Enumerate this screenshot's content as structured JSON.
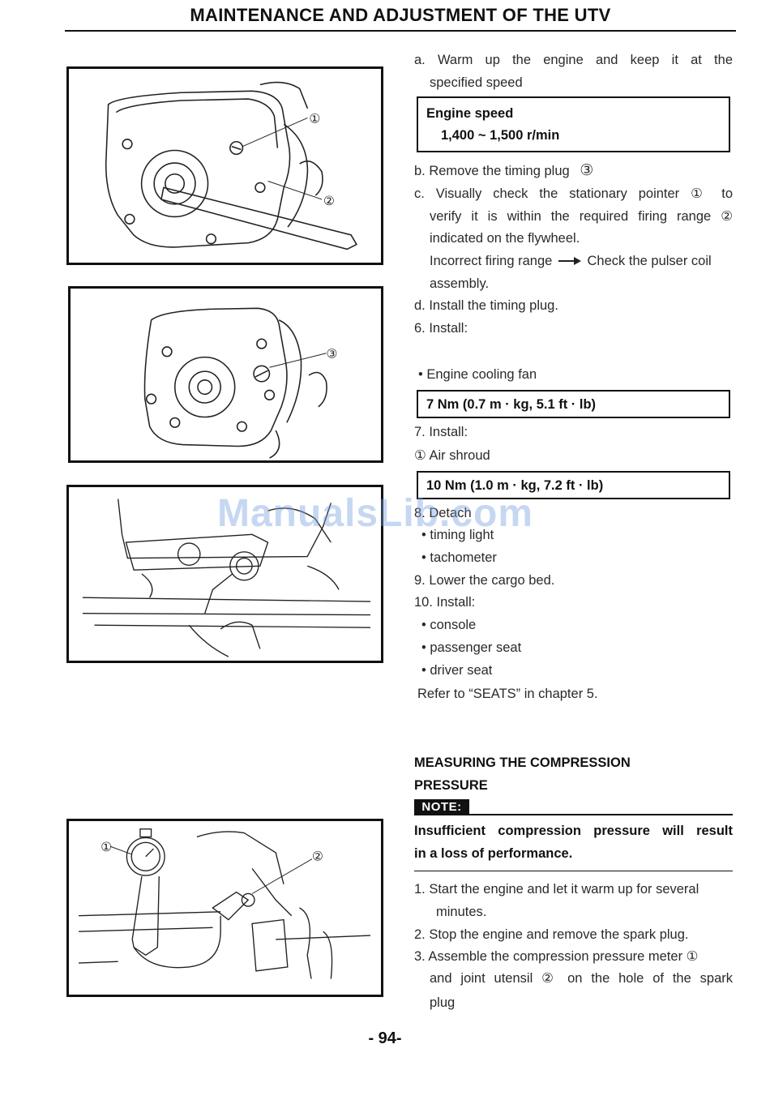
{
  "header": {
    "title": "MAINTENANCE AND ADJUSTMENT OF THE UTV"
  },
  "steps": {
    "a_line1": "a.  Warm  up  the  engine  and  keep  it  at  the",
    "a_line2": "specified speed",
    "engine_speed_label": "Engine speed",
    "engine_speed_value": "1,400 ~ 1,500 r/min",
    "b": "b. Remove the timing plug",
    "b_ref": "③",
    "c_line1": "c.  Visually  check  the  stationary  pointer  ①  to",
    "c_line2": "verify  it  is  within  the  required  firing  range  ②",
    "c_line3": "indicated on the flywheel.",
    "c_incorrect": "Incorrect firing range",
    "c_check": "Check the pulser coil",
    "c_line5": "assembly.",
    "d": "d. Install the timing plug.",
    "s6": "6. Install:",
    "s6_item": "• Engine cooling fan",
    "torque1": "7 Nm (0.7 m · kg, 5.1 ft · lb)",
    "s7": "7. Install:",
    "s7_item": "①   Air shroud",
    "torque2": "10 Nm (1.0 m · kg, 7.2 ft · lb)",
    "s8": "8. Detach",
    "s8_item1": "• timing light",
    "s8_item2": "• tachometer",
    "s9": "9. Lower the cargo bed.",
    "s10": "10. Install:",
    "s10_item1": "• console",
    "s10_item2": "• passenger seat",
    "s10_item3": "• driver seat",
    "refer": "Refer to “SEATS” in chapter 5."
  },
  "compression": {
    "title_line1": "MEASURING THE COMPRESSION",
    "title_line2": "PRESSURE",
    "note_label": "NOTE:",
    "note_line1": "Insufficient  compression  pressure  will  result",
    "note_line2": "in a loss of performance.",
    "step1_line1": "1. Start the engine and let it warm up for several",
    "step1_line2": "minutes.",
    "step2": "2. Stop the engine and remove the spark plug.",
    "step3_line1": "3. Assemble the compression pressure meter  ①",
    "step3_line2": "and  joint  utensil  ②  on  the  hole  of  the  spark",
    "step3_line3": "plug"
  },
  "figures": {
    "fig1_callout1": "①",
    "fig1_callout2": "②",
    "fig2_callout3": "③",
    "fig4_callout1": "①",
    "fig4_callout2": "②"
  },
  "watermark": "ManualsLib.com",
  "page_number": "- 94-"
}
